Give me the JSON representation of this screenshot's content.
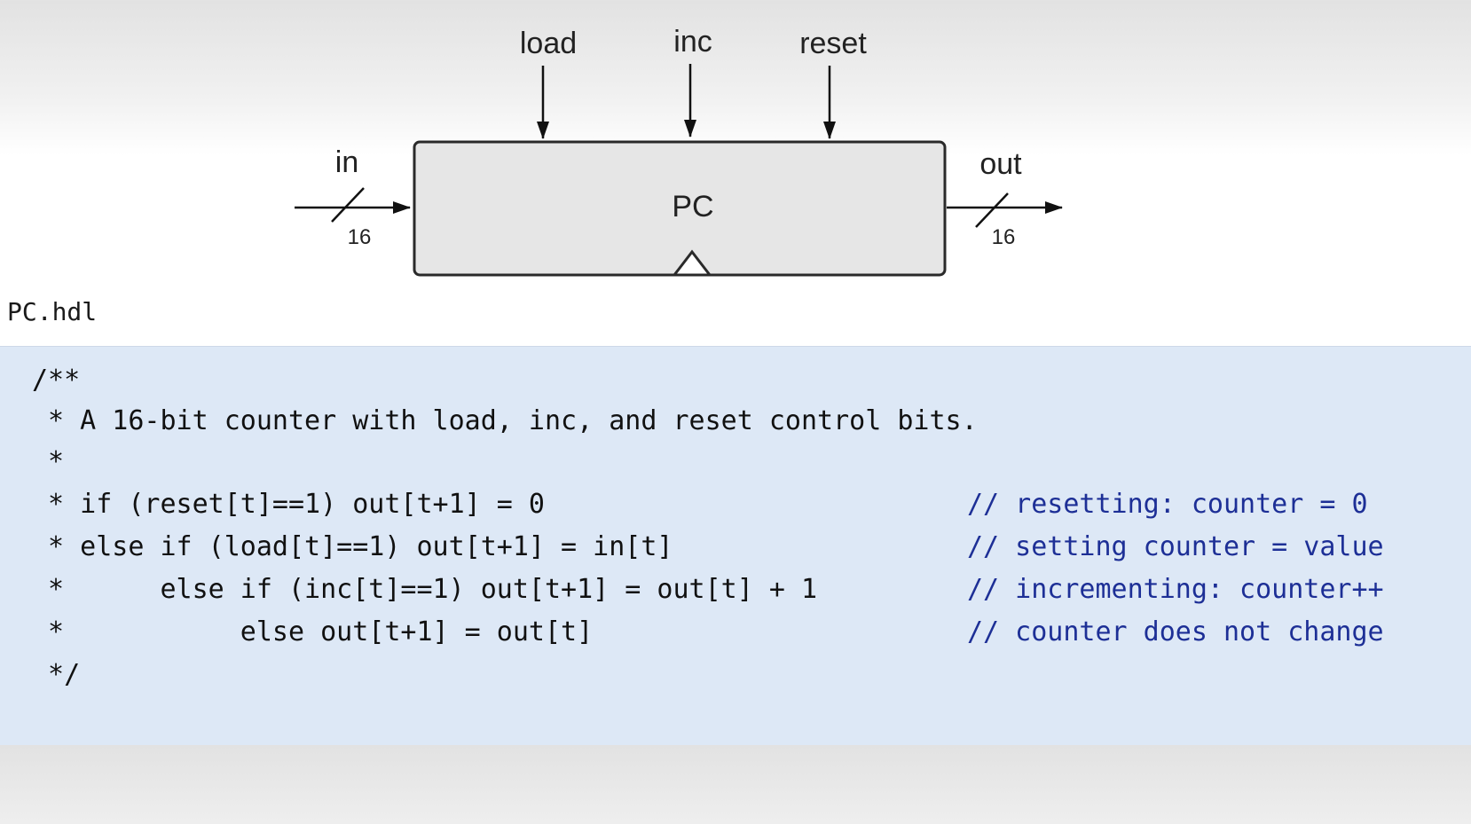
{
  "diagram": {
    "chip_label": "PC",
    "inputs": {
      "control": [
        "load",
        "inc",
        "reset"
      ],
      "data_in": {
        "label": "in",
        "width": "16"
      }
    },
    "output": {
      "label": "out",
      "width": "16"
    }
  },
  "file": {
    "name": "PC.hdl",
    "lines": [
      {
        "code": "/**",
        "comment": ""
      },
      {
        "code": " * A 16-bit counter with load, inc, and reset control bits.",
        "comment": ""
      },
      {
        "code": " *",
        "comment": ""
      },
      {
        "code": " * if (reset[t]==1) out[t+1] = 0",
        "comment": "// resetting: counter = 0"
      },
      {
        "code": " * else if (load[t]==1) out[t+1] = in[t]",
        "comment": "// setting counter = value"
      },
      {
        "code": " *      else if (inc[t]==1) out[t+1] = out[t] + 1",
        "comment": "// incrementing: counter++"
      },
      {
        "code": " *           else out[t+1] = out[t]",
        "comment": "// counter does not change"
      },
      {
        "code": " */",
        "comment": ""
      }
    ]
  }
}
